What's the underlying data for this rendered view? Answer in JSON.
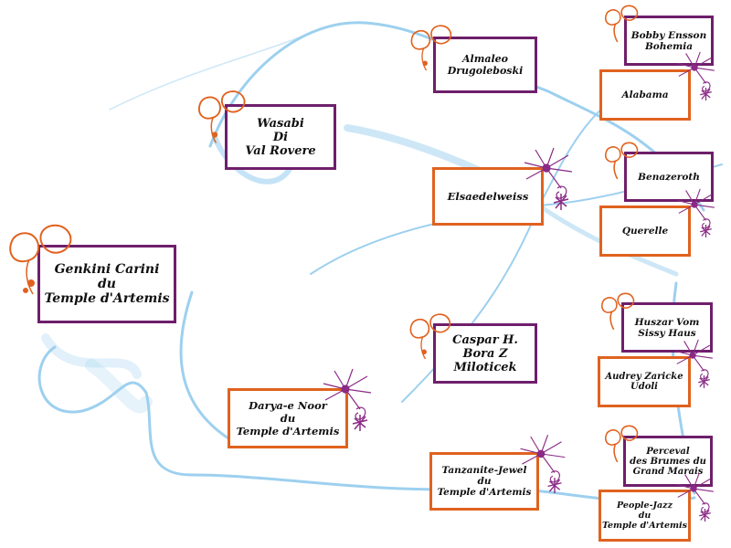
{
  "diagram": {
    "type": "pedigree",
    "colors": {
      "sire_border": "#6e1f6b",
      "dam_border": "#e0621f",
      "swirl": "#8cc8ec",
      "leaf_ornament": "#e0621f",
      "flower_ornament": "#8a2a86"
    },
    "subject": {
      "name": "Genkini Carini\ndu\nTemple d'Artemis",
      "sex": "male"
    },
    "generation_1": [
      {
        "name": "Wasabi\nDi\nVal Rovere",
        "sex": "male"
      },
      {
        "name": "Darya-e Noor\ndu\nTemple d'Artemis",
        "sex": "female"
      }
    ],
    "generation_2": [
      {
        "name": "Almaleo\nDrugoleboski",
        "sex": "male"
      },
      {
        "name": "Elsaedelweiss",
        "sex": "female"
      },
      {
        "name": "Caspar H.\nBora Z\nMiloticek",
        "sex": "male"
      },
      {
        "name": "Tanzanite-Jewel\ndu\nTemple d'Artemis",
        "sex": "female"
      }
    ],
    "generation_3": [
      {
        "name": "Bobby Ensson\nBohemia",
        "sex": "male"
      },
      {
        "name": "Alabama",
        "sex": "female"
      },
      {
        "name": "Benazeroth",
        "sex": "male"
      },
      {
        "name": "Querelle",
        "sex": "female"
      },
      {
        "name": "Huszar Vom\nSissy Haus",
        "sex": "male"
      },
      {
        "name": "Audrey Zaricke\nUdoli",
        "sex": "female"
      },
      {
        "name": "Perceval\ndes Brumes du\nGrand Marais",
        "sex": "male"
      },
      {
        "name": "People-Jazz\ndu\nTemple d'Artemis",
        "sex": "female"
      }
    ]
  }
}
